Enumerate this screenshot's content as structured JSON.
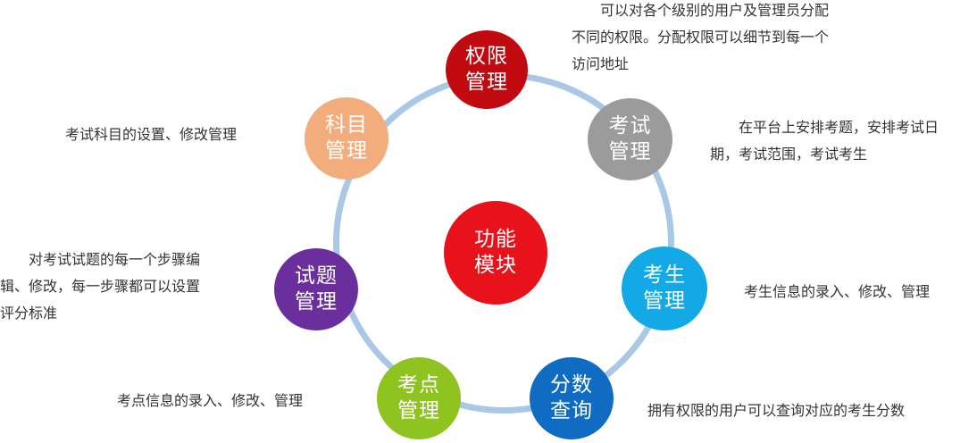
{
  "colors": {
    "ring": "#a9c8e6",
    "center": "#e8121a",
    "permission": "#c00a10",
    "exam": "#9b9b9b",
    "examinee": "#13a9e6",
    "score": "#0f6cc2",
    "site": "#8fc31f",
    "question": "#6a2f9c",
    "subject": "#f3ad7c",
    "text": "#333333"
  },
  "center": {
    "line1": "功能",
    "line2": "模块"
  },
  "nodes": {
    "permission": {
      "line1": "权限",
      "line2": "管理"
    },
    "exam": {
      "line1": "考试",
      "line2": "管理"
    },
    "examinee": {
      "line1": "考生",
      "line2": "管理"
    },
    "score": {
      "line1": "分数",
      "line2": "查询"
    },
    "site": {
      "line1": "考点",
      "line2": "管理"
    },
    "question": {
      "line1": "试题",
      "line2": "管理"
    },
    "subject": {
      "line1": "科目",
      "line2": "管理"
    }
  },
  "descriptions": {
    "permission": [
      "　　可以对各个级别的用户及管理员分配",
      "不同的权限。分配权限可以细节到每一个",
      "访问地址"
    ],
    "exam": [
      "　　在平台上安排考题，安排考试日",
      "期，考试范围，考试考生"
    ],
    "examinee": [
      "考生信息的录入、修改、管理"
    ],
    "score": [
      "拥有权限的用户可以查询对应的考生分数"
    ],
    "site": [
      "考点信息的录入、修改、管理"
    ],
    "question": [
      "　　对考试试题的每一个步骤编",
      "辑、修改，每一步骤都可以设置",
      "评分标准"
    ],
    "subject": [
      "考试科目的设置、修改管理"
    ]
  }
}
